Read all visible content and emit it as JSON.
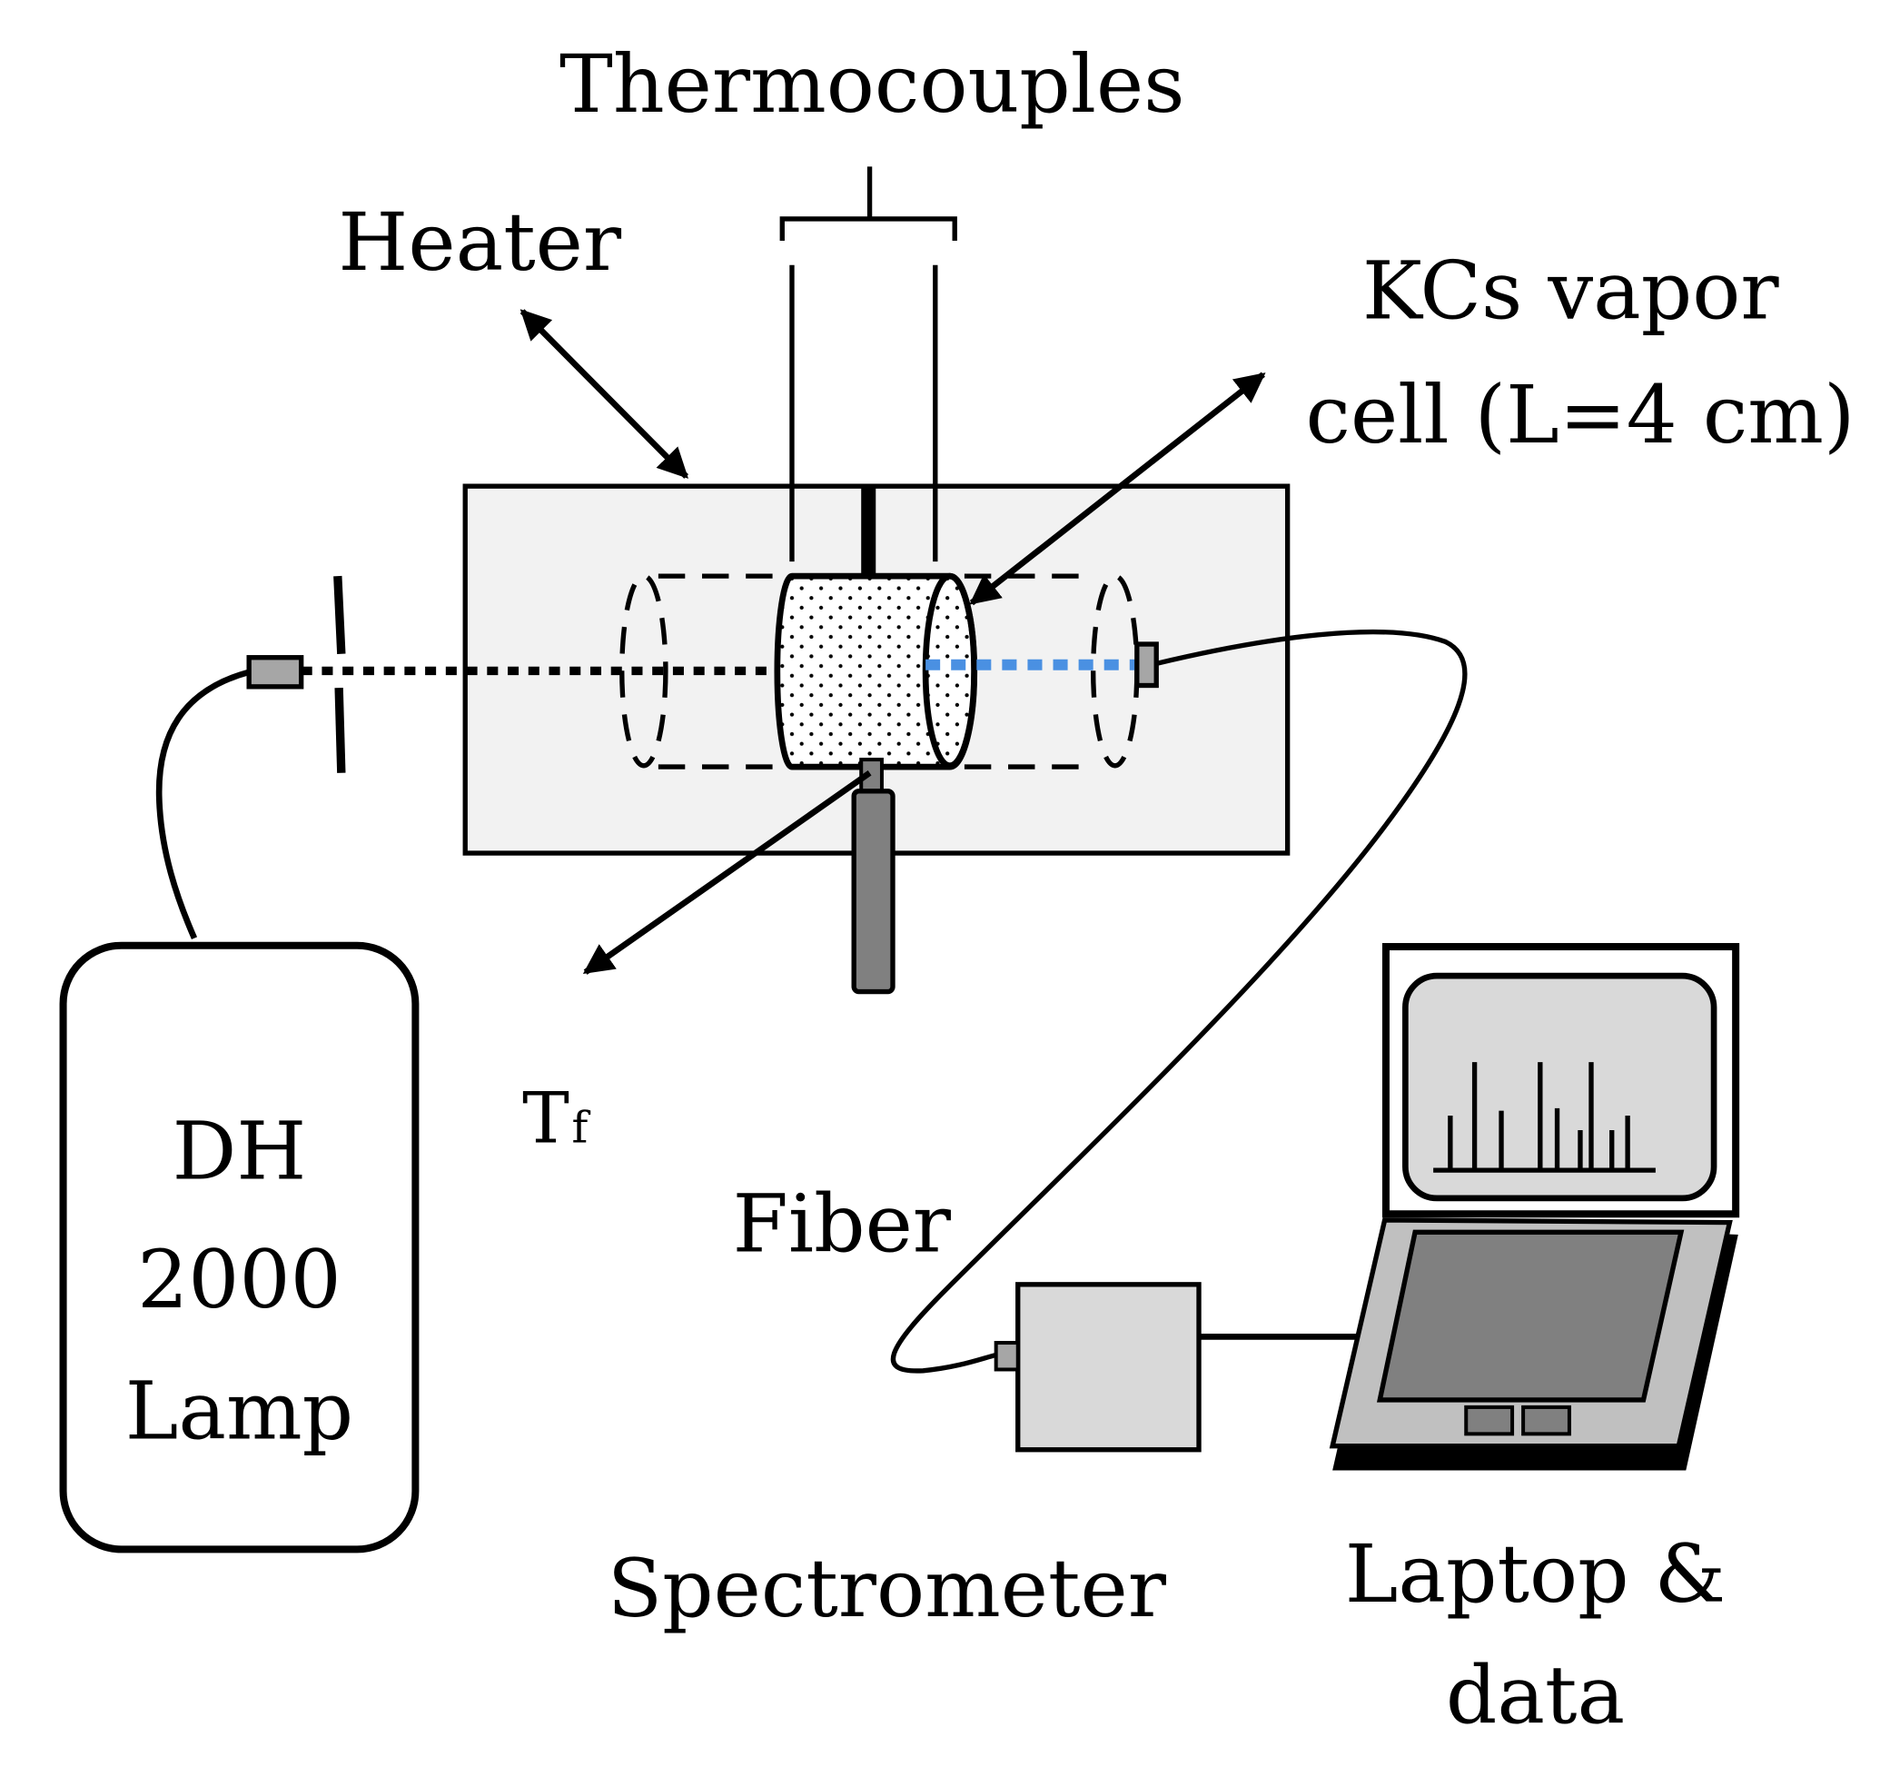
{
  "labels": {
    "thermocouples": "Thermocouples",
    "heater": "Heater",
    "vapor_cell_line1": "KCs vapor",
    "vapor_cell_line2": "cell (L=4 cm)",
    "tf_main": "T",
    "tf_sub": "f",
    "fiber": "Fiber",
    "lamp_line1": "DH",
    "lamp_line2": "2000",
    "lamp_line3": "Lamp",
    "spectrometer": "Spectrometer",
    "laptop_line1": "Laptop &",
    "laptop_line2": "data"
  },
  "colors": {
    "stroke": "#000000",
    "heater_fill": "#f2f2f2",
    "beam_blue": "#4a90e2",
    "connector_gray": "#a6a6a6",
    "probe_gray": "#808080",
    "box_gray": "#d9d9d9",
    "screen_gray": "#808080",
    "monitor_screen": "#d9d9d9",
    "laptop_body": "#c0c0c0"
  }
}
